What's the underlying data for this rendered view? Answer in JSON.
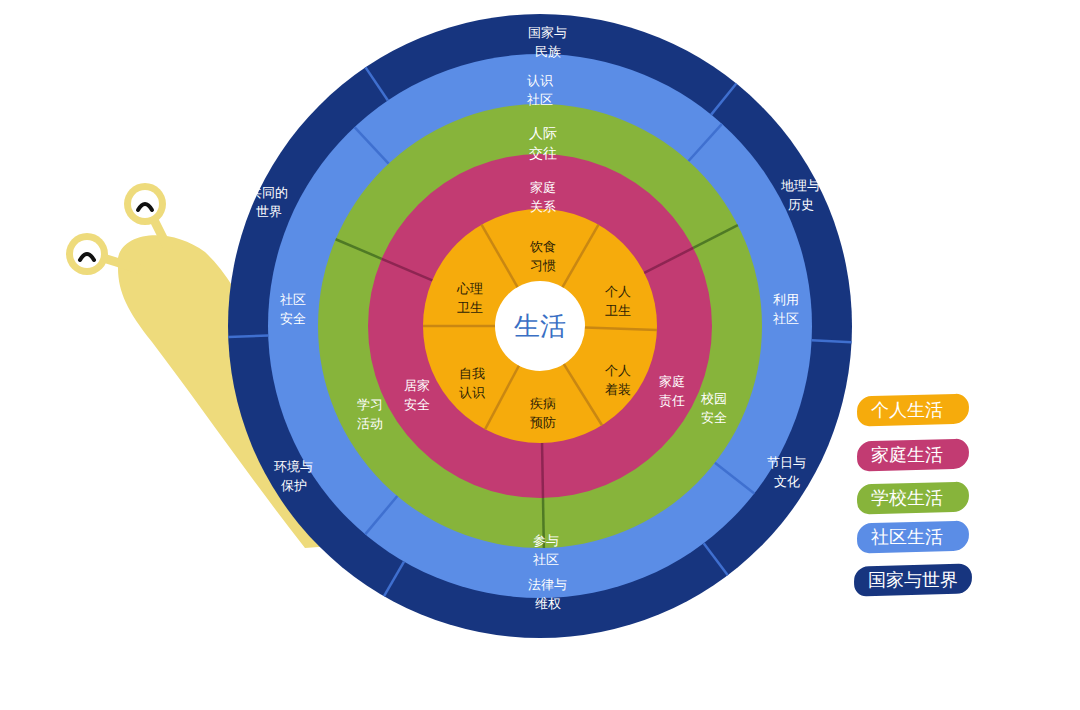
{
  "diagram": {
    "nodes": [
      {
        "text": [
          "生活"
        ]
      },
      {
        "text": [
          "饮食 习惯"
        ]
      },
      {
        "text": [
          "个人 卫生"
        ]
      },
      {
        "text": [
          "个人 着装"
        ]
      },
      {
        "text": [
          "疾病 预防"
        ]
      },
      {
        "text": [
          "自我 认识"
        ]
      },
      {
        "text": [
          "心理 卫生"
        ]
      },
      {
        "text": [
          "家庭 关系"
        ]
      },
      {
        "text": [
          "家庭 责任"
        ]
      },
      {
        "text": [
          "居家 安全"
        ]
      },
      {
        "text": [
          "人际 交往"
        ]
      },
      {
        "text": [
          "校园 安全"
        ]
      },
      {
        "text": [
          "学习 活动"
        ]
      },
      {
        "text": [
          "认识 社区"
        ]
      },
      {
        "text": [
          "利用 社区"
        ]
      },
      {
        "text": [
          "参与 社区"
        ]
      },
      {
        "text": [
          "社区 安全"
        ]
      },
      {
        "text": [
          "国家与 民族"
        ]
      },
      {
        "text": [
          "地理与 历史"
        ]
      },
      {
        "text": [
          "节日与 文化"
        ]
      },
      {
        "text": [
          "法律与 维权"
        ]
      },
      {
        "text": [
          "环境与 保护"
        ]
      },
      {
        "text": [
          "共同的 世界"
        ]
      }
    ],
    "legend": [
      {
        "text": "个人生活",
        "color": "#f6ab0c"
      },
      {
        "text": "家庭生活",
        "color": "#c23b72"
      },
      {
        "text": "学校生活",
        "color": "#87b43b"
      },
      {
        "text": "社区生活",
        "color": "#5b8de6"
      },
      {
        "text": "国家与世界",
        "color": "#17357f"
      }
    ]
  }
}
